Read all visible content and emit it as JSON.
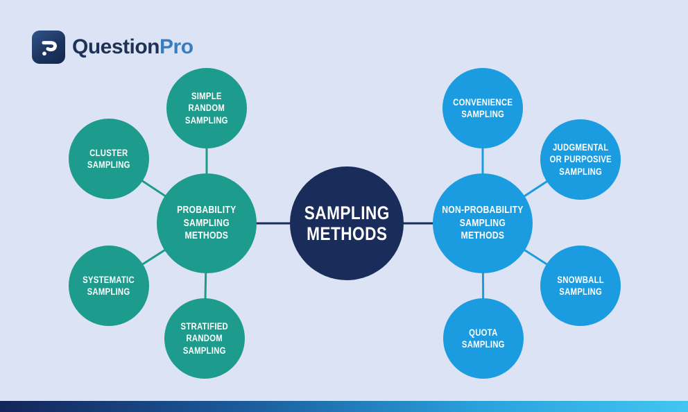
{
  "logo": {
    "brand_primary": "Question",
    "brand_secondary": "Pro"
  },
  "diagram": {
    "center": {
      "lines": [
        "SAMPLING",
        "METHODS"
      ]
    },
    "probability_hub": {
      "lines": [
        "PROBABILITY",
        "SAMPLING",
        "METHODS"
      ]
    },
    "non_probability_hub": {
      "lines": [
        "NON-PROBABILITY",
        "SAMPLING",
        "METHODS"
      ]
    },
    "simple_random": {
      "lines": [
        "SIMPLE",
        "RANDOM",
        "SAMPLING"
      ]
    },
    "cluster": {
      "lines": [
        "CLUSTER",
        "SAMPLING"
      ]
    },
    "systematic": {
      "lines": [
        "SYSTEMATIC",
        "SAMPLING"
      ]
    },
    "stratified": {
      "lines": [
        "STRATIFIED",
        "RANDOM",
        "SAMPLING"
      ]
    },
    "convenience": {
      "lines": [
        "CONVENIENCE",
        "SAMPLING"
      ]
    },
    "judgmental": {
      "lines": [
        "JUDGMENTAL",
        "OR PURPOSIVE",
        "SAMPLING"
      ]
    },
    "snowball": {
      "lines": [
        "SNOWBALL",
        "SAMPLING"
      ]
    },
    "quota": {
      "lines": [
        "QUOTA",
        "SAMPLING"
      ]
    }
  },
  "colors": {
    "background": "#dbe3f4",
    "center_navy": "#1a2d5a",
    "probability_teal": "#1d9b8c",
    "non_probability_blue": "#1b9ce0",
    "logo_question": "#1e3257",
    "logo_pro": "#3a7dbf",
    "footer_gradient_start": "#14255a",
    "footer_gradient_end": "#41c6f2"
  }
}
